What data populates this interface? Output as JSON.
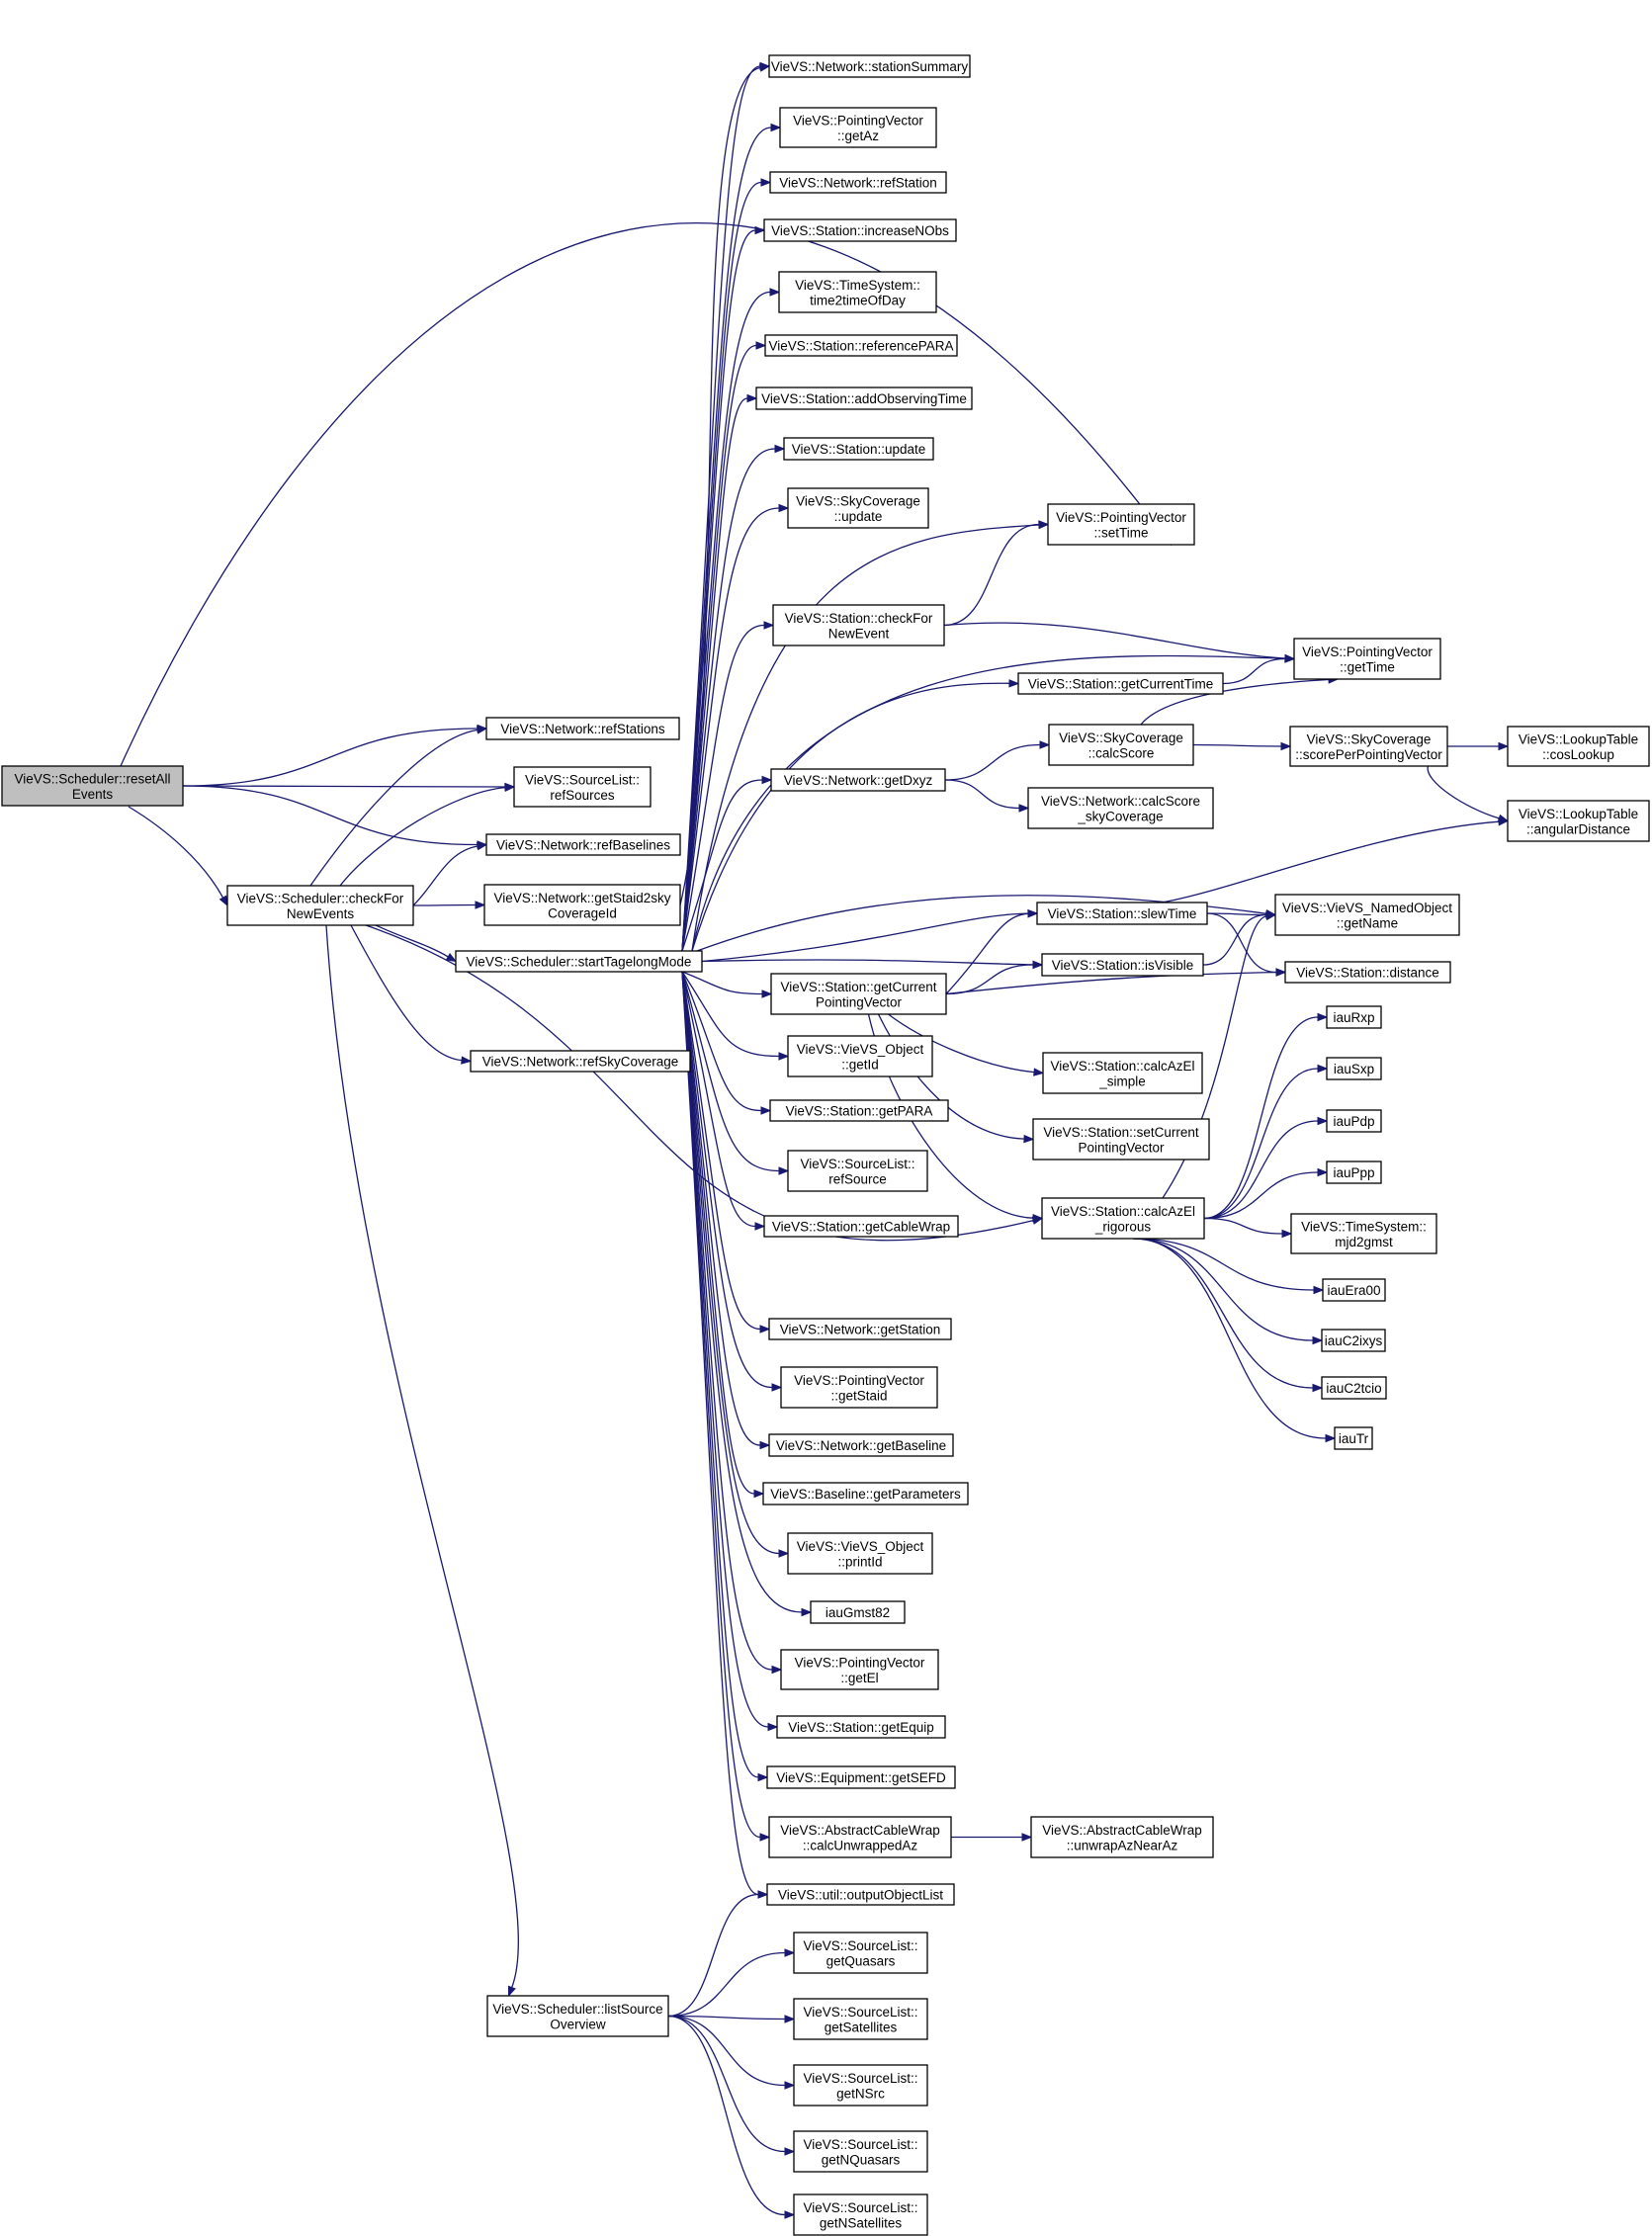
{
  "nodes": [
    {
      "id": "resetAll",
      "lines": [
        "VieVS::Scheduler::resetAll",
        "Events"
      ],
      "root": true
    },
    {
      "id": "checkFor",
      "lines": [
        "VieVS::Scheduler::checkFor",
        "NewEvents"
      ]
    },
    {
      "id": "startTag",
      "lines": [
        "VieVS::Scheduler::startTagelongMode"
      ]
    },
    {
      "id": "listSrc",
      "lines": [
        "VieVS::Scheduler::listSource",
        "Overview"
      ]
    },
    {
      "id": "refStations",
      "lines": [
        "VieVS::Network::refStations"
      ]
    },
    {
      "id": "refSources",
      "lines": [
        "VieVS::SourceList::",
        "refSources"
      ]
    },
    {
      "id": "refBaselines",
      "lines": [
        "VieVS::Network::refBaselines"
      ]
    },
    {
      "id": "getStaid2sky",
      "lines": [
        "VieVS::Network::getStaid2sky",
        "CoverageId"
      ]
    },
    {
      "id": "refSkyCov",
      "lines": [
        "VieVS::Network::refSkyCoverage"
      ]
    },
    {
      "id": "stationSummary",
      "lines": [
        "VieVS::Network::stationSummary"
      ]
    },
    {
      "id": "pvGetAz",
      "lines": [
        "VieVS::PointingVector",
        "::getAz"
      ]
    },
    {
      "id": "refStation",
      "lines": [
        "VieVS::Network::refStation"
      ]
    },
    {
      "id": "increaseNObs",
      "lines": [
        "VieVS::Station::increaseNObs"
      ]
    },
    {
      "id": "time2time",
      "lines": [
        "VieVS::TimeSystem::",
        "time2timeOfDay"
      ]
    },
    {
      "id": "referencePARA",
      "lines": [
        "VieVS::Station::referencePARA"
      ]
    },
    {
      "id": "addObsTime",
      "lines": [
        "VieVS::Station::addObservingTime"
      ]
    },
    {
      "id": "stUpdate",
      "lines": [
        "VieVS::Station::update"
      ]
    },
    {
      "id": "skyUpdate",
      "lines": [
        "VieVS::SkyCoverage",
        "::update"
      ]
    },
    {
      "id": "stCheckFor",
      "lines": [
        "VieVS::Station::checkFor",
        "NewEvent"
      ]
    },
    {
      "id": "netGetDxyz",
      "lines": [
        "VieVS::Network::getDxyz"
      ]
    },
    {
      "id": "stGetCurPV",
      "lines": [
        "VieVS::Station::getCurrent",
        "PointingVector"
      ]
    },
    {
      "id": "objGetId",
      "lines": [
        "VieVS::VieVS_Object",
        "::getId"
      ]
    },
    {
      "id": "stGetPARA",
      "lines": [
        "VieVS::Station::getPARA"
      ]
    },
    {
      "id": "slRefSource",
      "lines": [
        "VieVS::SourceList::",
        "refSource"
      ]
    },
    {
      "id": "stGetCableWrap",
      "lines": [
        "VieVS::Station::getCableWrap"
      ]
    },
    {
      "id": "netGetStation",
      "lines": [
        "VieVS::Network::getStation"
      ]
    },
    {
      "id": "pvGetStaid",
      "lines": [
        "VieVS::PointingVector",
        "::getStaid"
      ]
    },
    {
      "id": "netGetBaseline",
      "lines": [
        "VieVS::Network::getBaseline"
      ]
    },
    {
      "id": "blGetParams",
      "lines": [
        "VieVS::Baseline::getParameters"
      ]
    },
    {
      "id": "objPrintId",
      "lines": [
        "VieVS::VieVS_Object",
        "::printId"
      ]
    },
    {
      "id": "iauGmst82",
      "lines": [
        "iauGmst82"
      ]
    },
    {
      "id": "pvGetEl",
      "lines": [
        "VieVS::PointingVector",
        "::getEl"
      ]
    },
    {
      "id": "stGetEquip",
      "lines": [
        "VieVS::Station::getEquip"
      ]
    },
    {
      "id": "eqGetSEFD",
      "lines": [
        "VieVS::Equipment::getSEFD"
      ]
    },
    {
      "id": "cwCalcUnwrapped",
      "lines": [
        "VieVS::AbstractCableWrap",
        "::calcUnwrappedAz"
      ]
    },
    {
      "id": "outputObjList",
      "lines": [
        "VieVS::util::outputObjectList"
      ]
    },
    {
      "id": "slGetQuasars",
      "lines": [
        "VieVS::SourceList::",
        "getQuasars"
      ]
    },
    {
      "id": "slGetSatellites",
      "lines": [
        "VieVS::SourceList::",
        "getSatellites"
      ]
    },
    {
      "id": "slGetNSrc",
      "lines": [
        "VieVS::SourceList::",
        "getNSrc"
      ]
    },
    {
      "id": "slGetNQuasars",
      "lines": [
        "VieVS::SourceList::",
        "getNQuasars"
      ]
    },
    {
      "id": "slGetNSatellites",
      "lines": [
        "VieVS::SourceList::",
        "getNSatellites"
      ]
    },
    {
      "id": "pvSetTime",
      "lines": [
        "VieVS::PointingVector",
        "::setTime"
      ]
    },
    {
      "id": "stGetCurTime",
      "lines": [
        "VieVS::Station::getCurrentTime"
      ]
    },
    {
      "id": "skyCalcScore",
      "lines": [
        "VieVS::SkyCoverage",
        "::calcScore"
      ]
    },
    {
      "id": "netCalcScoreSky",
      "lines": [
        "VieVS::Network::calcScore",
        "_skyCoverage"
      ]
    },
    {
      "id": "stSlewTime",
      "lines": [
        "VieVS::Station::slewTime"
      ]
    },
    {
      "id": "stIsVisible",
      "lines": [
        "VieVS::Station::isVisible"
      ]
    },
    {
      "id": "stCalcAzElSimple",
      "lines": [
        "VieVS::Station::calcAzEl",
        "_simple"
      ]
    },
    {
      "id": "stSetCurPV",
      "lines": [
        "VieVS::Station::setCurrent",
        "PointingVector"
      ]
    },
    {
      "id": "stCalcAzElRig",
      "lines": [
        "VieVS::Station::calcAzEl",
        "_rigorous"
      ]
    },
    {
      "id": "cwUnwrapNear",
      "lines": [
        "VieVS::AbstractCableWrap",
        "::unwrapAzNearAz"
      ]
    },
    {
      "id": "pvGetTime",
      "lines": [
        "VieVS::PointingVector",
        "::getTime"
      ]
    },
    {
      "id": "skyScorePerPV",
      "lines": [
        "VieVS::SkyCoverage",
        "::scorePerPointingVector"
      ]
    },
    {
      "id": "namedGetName",
      "lines": [
        "VieVS::VieVS_NamedObject",
        "::getName"
      ]
    },
    {
      "id": "stDistance",
      "lines": [
        "VieVS::Station::distance"
      ]
    },
    {
      "id": "iauRxp",
      "lines": [
        "iauRxp"
      ]
    },
    {
      "id": "iauSxp",
      "lines": [
        "iauSxp"
      ]
    },
    {
      "id": "iauPdp",
      "lines": [
        "iauPdp"
      ]
    },
    {
      "id": "iauPpp",
      "lines": [
        "iauPpp"
      ]
    },
    {
      "id": "tsMjd2gmst",
      "lines": [
        "VieVS::TimeSystem::",
        "mjd2gmst"
      ]
    },
    {
      "id": "iauEra00",
      "lines": [
        "iauEra00"
      ]
    },
    {
      "id": "iauC2ixys",
      "lines": [
        "iauC2ixys"
      ]
    },
    {
      "id": "iauC2tcio",
      "lines": [
        "iauC2tcio"
      ]
    },
    {
      "id": "iauTr",
      "lines": [
        "iauTr"
      ]
    },
    {
      "id": "ltCosLookup",
      "lines": [
        "VieVS::LookupTable",
        "::cosLookup"
      ]
    },
    {
      "id": "ltAngularDist",
      "lines": [
        "VieVS::LookupTable",
        "::angularDistance"
      ]
    }
  ]
}
